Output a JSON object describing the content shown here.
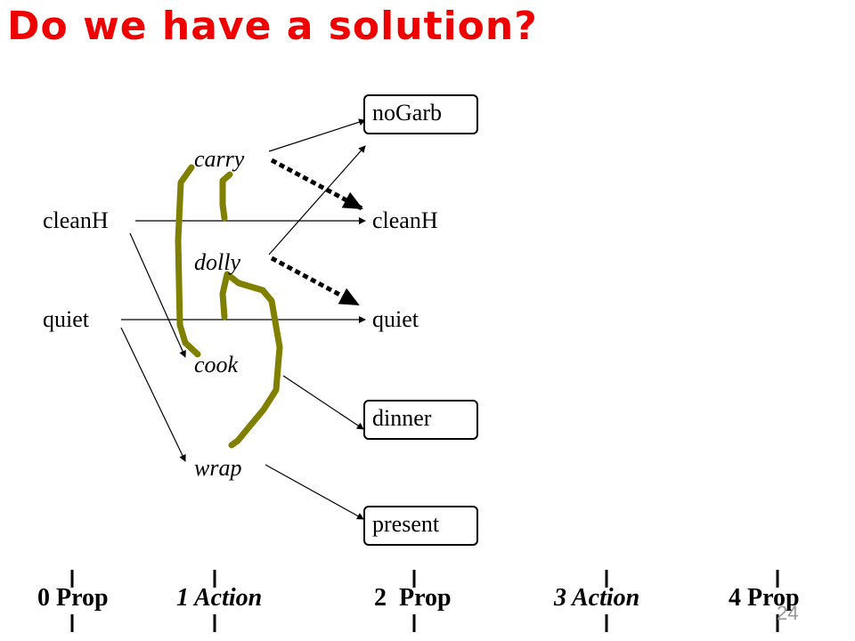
{
  "slide": {
    "title": "Do we have a solution?",
    "page_number": "24"
  },
  "level0": {
    "clean": "cleanH",
    "quiet": "quiet"
  },
  "actions1": {
    "carry": "carry",
    "dolly": "dolly",
    "cook": "cook",
    "wrap": "wrap"
  },
  "level2": {
    "noGarb": "noGarb",
    "clean": "cleanH",
    "quiet": "quiet",
    "dinner": "dinner",
    "present": "present"
  },
  "levels": [
    "0 Prop",
    "1 Action",
    "2  Prop",
    "3 Action",
    "4 Prop"
  ],
  "colors": {
    "title": "#ee0000",
    "mutex_marker": "#808000",
    "arrow": "#000000"
  }
}
